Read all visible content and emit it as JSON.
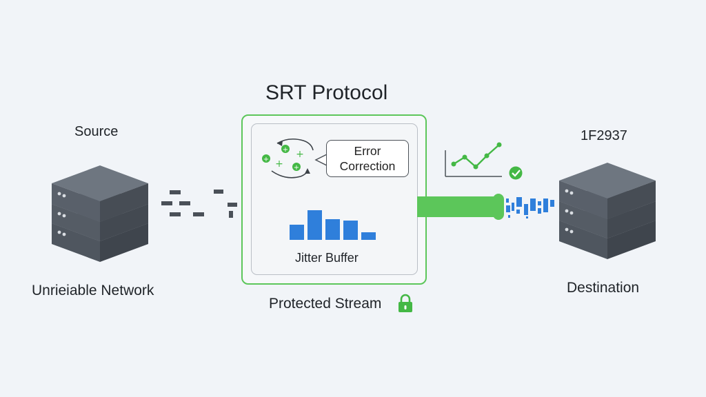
{
  "diagram": {
    "title": "SRT Protocol",
    "source_label": "Source",
    "network_label": "Unrieiable Network",
    "destination_id": "1F2937",
    "destination_label": "Destination",
    "srt_box": {
      "error_correction": [
        "Error",
        "Correction"
      ],
      "jitter_buffer_label": "Jitter Buffer",
      "jitter_bar_levels": [
        0.42,
        0.83,
        0.58,
        0.53,
        0.22
      ]
    },
    "protected_stream_label": "Protected Stream",
    "colors": {
      "accent_green": "#5cc65a",
      "buffer_blue": "#2f7fdb",
      "server_dark": "#59616b",
      "packet_dark": "#4a5058"
    },
    "icons": [
      "server-icon",
      "cycle-arrows-icon",
      "quality-chart-icon",
      "check-icon",
      "lock-icon"
    ]
  }
}
